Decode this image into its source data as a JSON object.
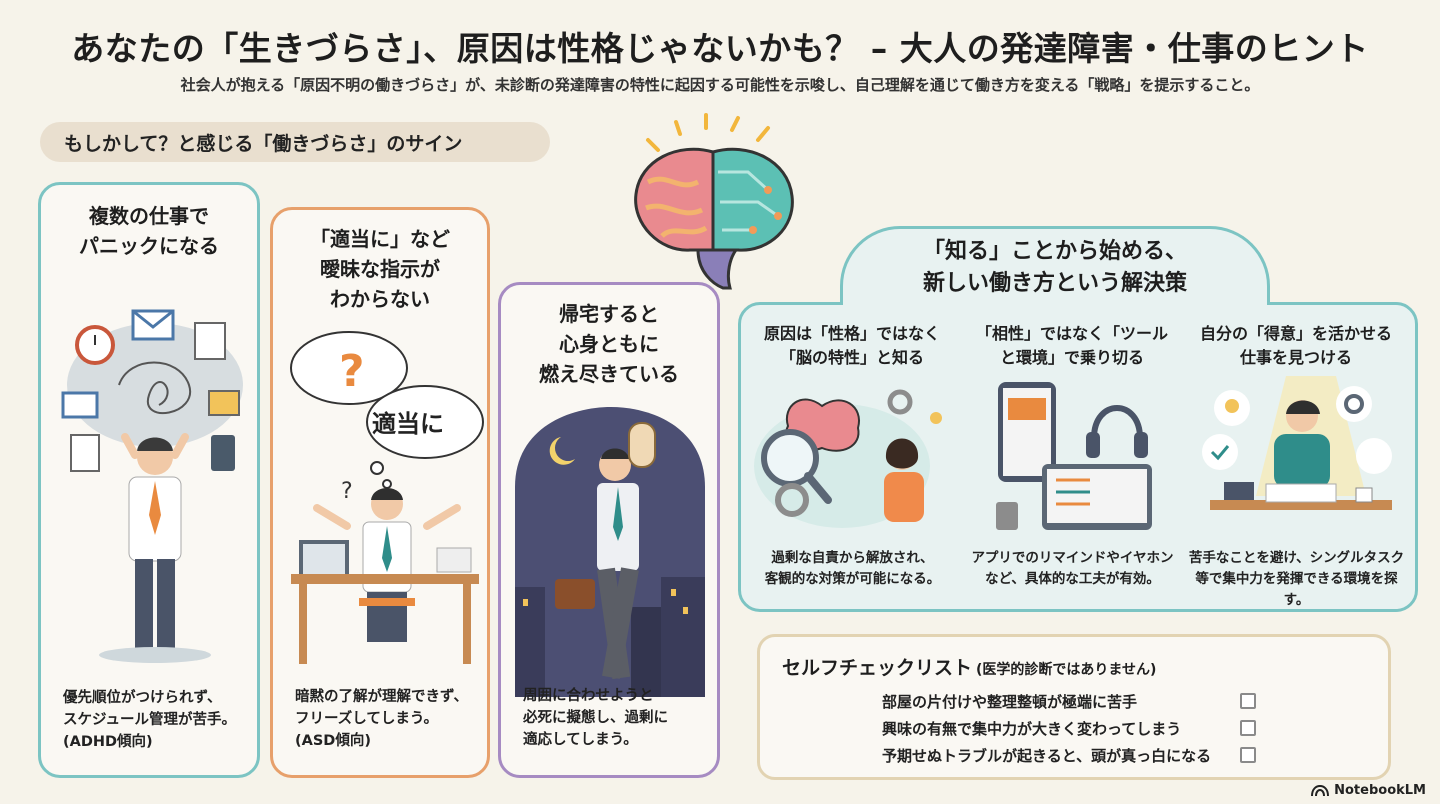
{
  "title": "あなたの「生きづらさ」、原因は性格じゃないかも？ – 大人の発達障害・仕事のヒント",
  "subtitle": "社会人が抱える「原因不明の働きづらさ」が、未診断の発達障害の特性に起因する可能性を示唆し、自己理解を通じて働き方を変える「戦略」を提示すること。",
  "signs": {
    "heading": "もしかして？と感じる「働きづらさ」のサイン",
    "cards": [
      {
        "title": "複数の仕事で\nパニックになる",
        "desc": "優先順位がつけられず、\nスケジュール管理が苦手。\n(ADHD傾向)"
      },
      {
        "title": "「適当に」など\n曖昧な指示が\nわからない",
        "bubble": "適当に",
        "desc": "暗黙の了解が理解できず、\nフリーズしてしまう。\n(ASD傾向)"
      },
      {
        "title": "帰宅すると\n心身ともに\n燃え尽きている",
        "desc": "周囲に合わせようと\n必死に擬態し、過剰に\n適応してしまう。"
      }
    ]
  },
  "solution": {
    "title": "「知る」ことから始める、\n新しい働き方という解決策",
    "items": [
      {
        "title": "原因は「性格」ではなく\n「脳の特性」と知る",
        "desc": "過剰な自責から解放され、\n客観的な対策が可能になる。"
      },
      {
        "title": "「相性」ではなく「ツール\nと環境」で乗り切る",
        "desc": "アプリでのリマインドやイヤホン\nなど、具体的な工夫が有効。"
      },
      {
        "title": "自分の「得意」を活かせる\n仕事を見つける",
        "desc": "苦手なことを避け、シングルタスク\n等で集中力を発揮できる環境を探す。"
      }
    ]
  },
  "checklist": {
    "title": "セルフチェックリスト",
    "note": "(医学的診断ではありません)",
    "items": [
      "部屋の片付けや整理整頓が極端に苦手",
      "興味の有無で集中力が大きく変わってしまう",
      "予期せぬトラブルが起きると、頭が真っ白になる"
    ]
  },
  "brand": "NotebookLM",
  "colors": {
    "teal": "#7cc4c3",
    "orange": "#e7a06b",
    "purple": "#a68bc2",
    "beige": "#e2d3b2"
  }
}
